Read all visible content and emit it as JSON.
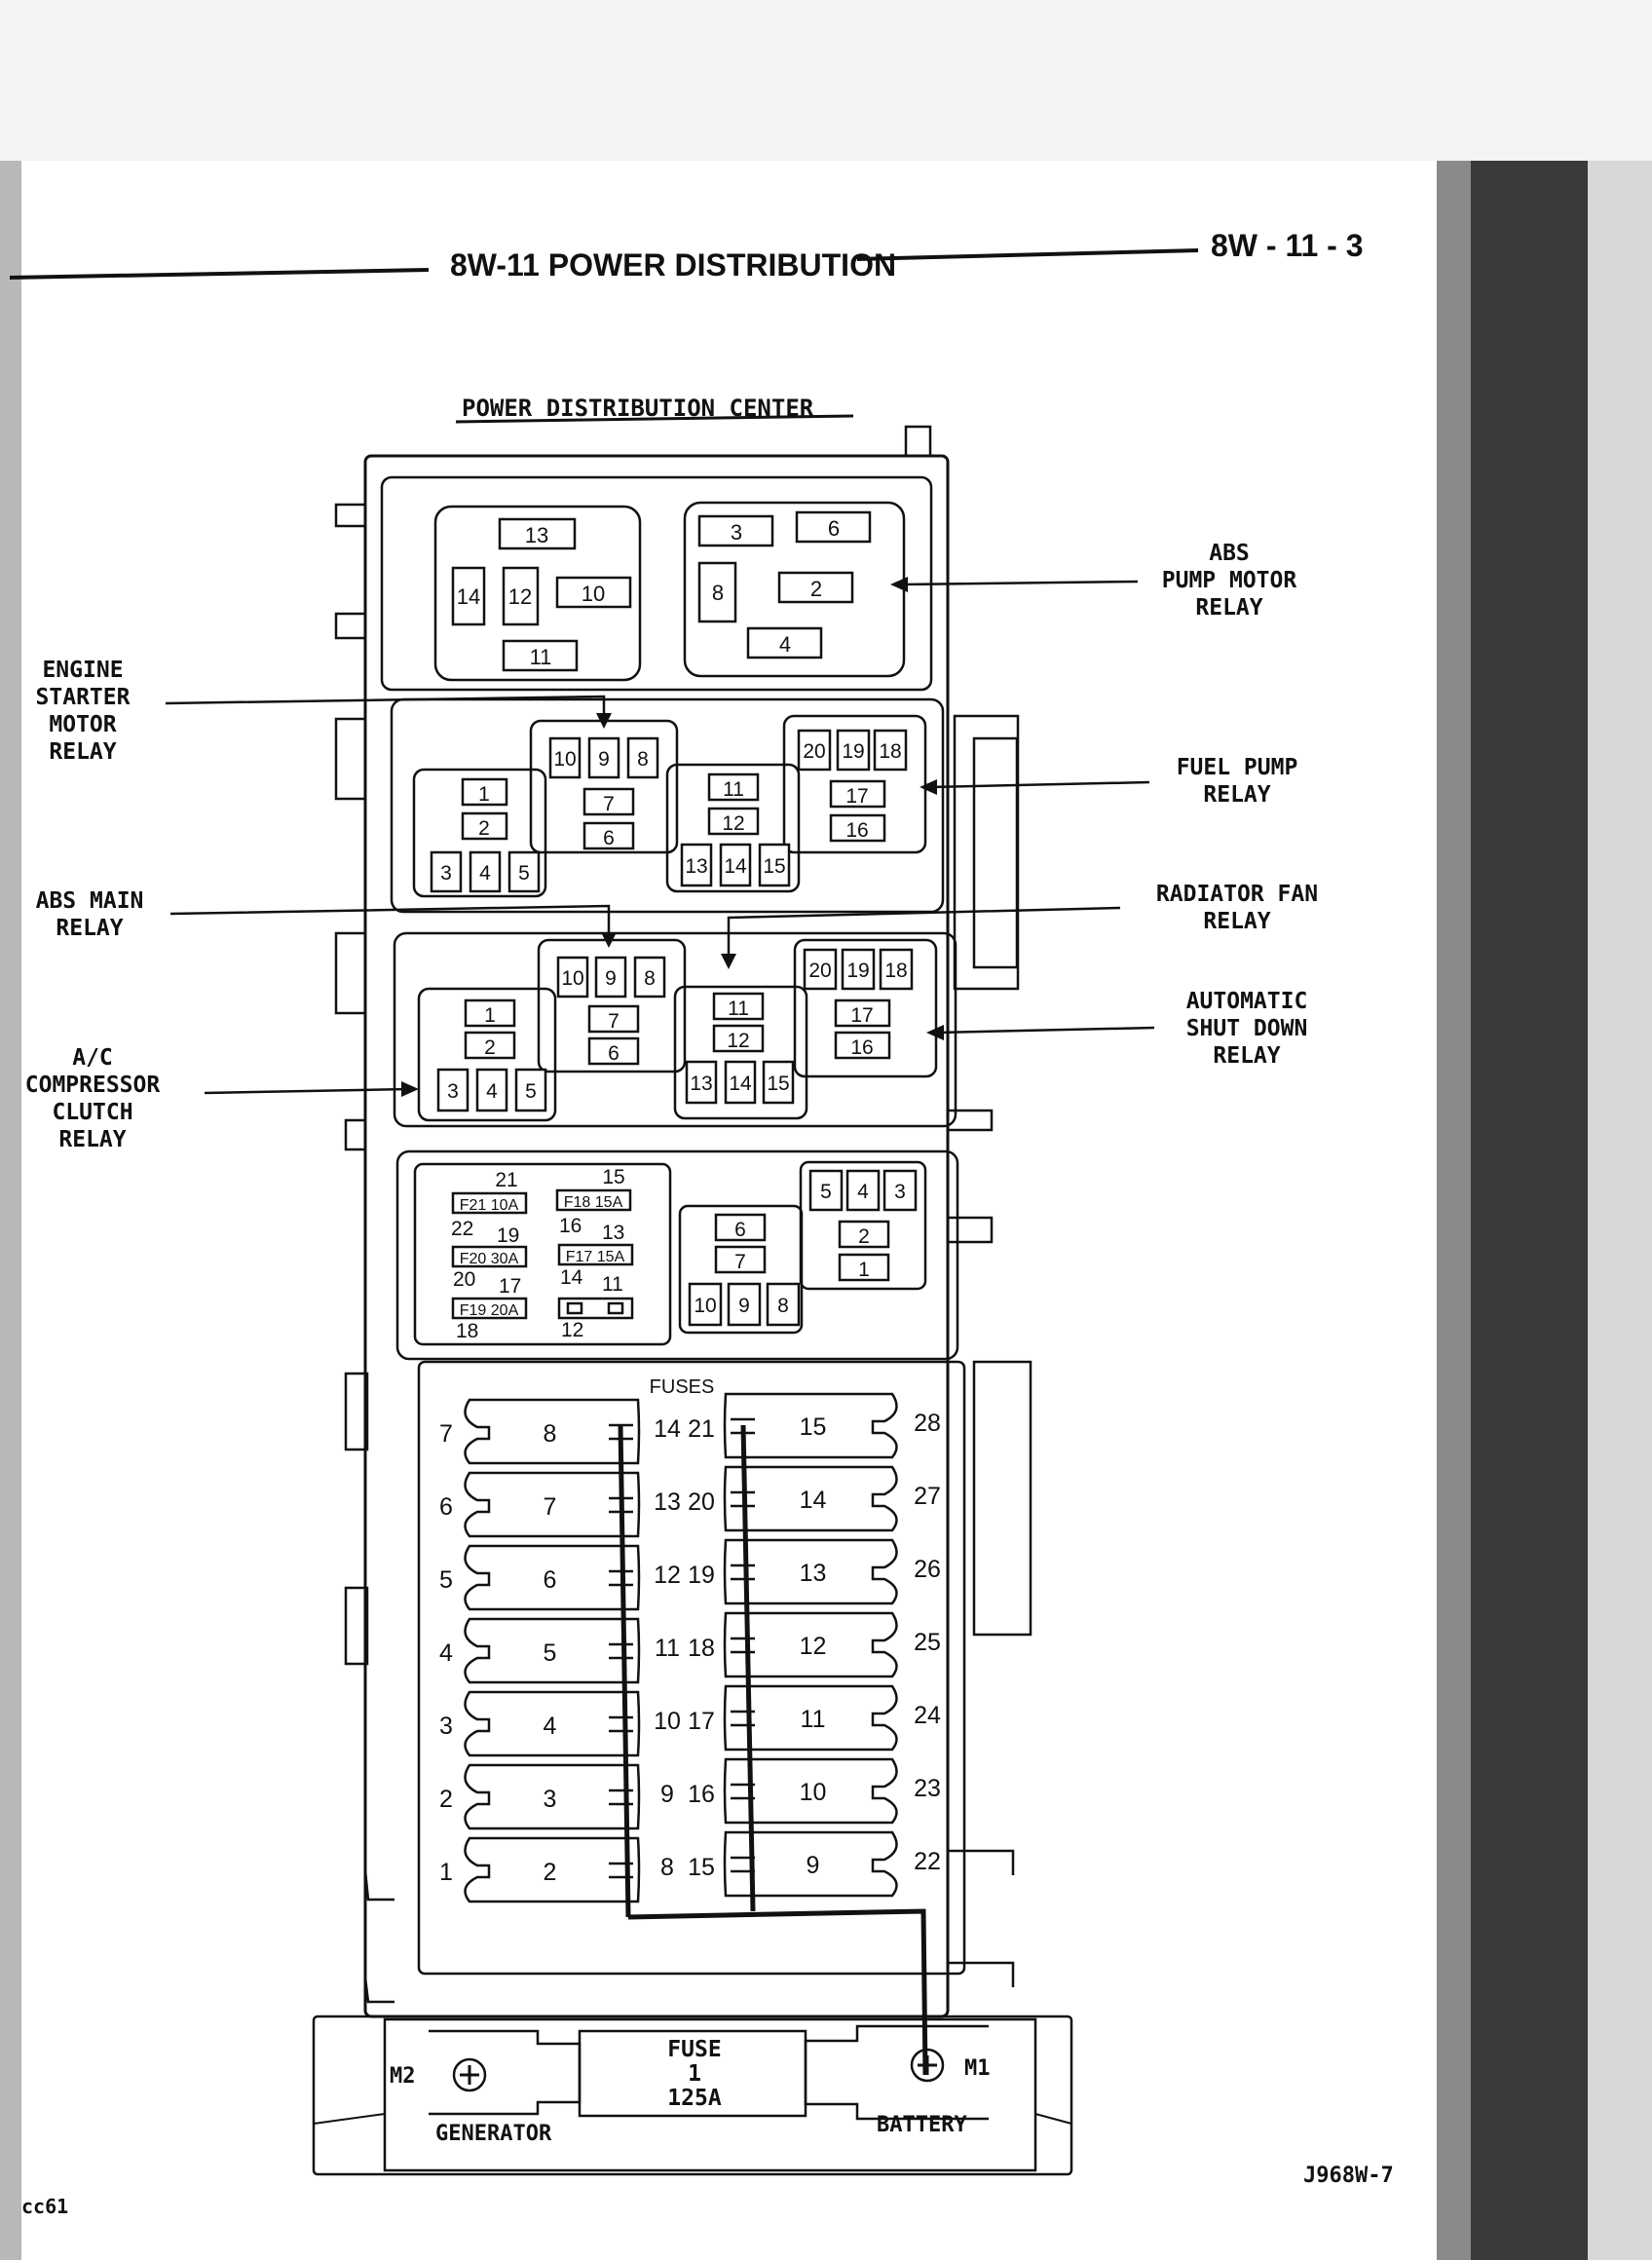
{
  "header": {
    "section_title": "8W-11 POWER DISTRIBUTION",
    "page_number": "8W - 11 - 3"
  },
  "diagram_title": "POWER DISTRIBUTION CENTER",
  "callouts": {
    "abs_pump_motor": [
      "ABS",
      "PUMP MOTOR",
      "RELAY"
    ],
    "engine_starter_motor": [
      "ENGINE",
      "STARTER",
      "MOTOR",
      "RELAY"
    ],
    "fuel_pump": [
      "FUEL PUMP",
      "RELAY"
    ],
    "abs_main": [
      "ABS MAIN",
      "RELAY"
    ],
    "radiator_fan": [
      "RADIATOR FAN",
      "RELAY"
    ],
    "automatic_shut_down": [
      "AUTOMATIC",
      "SHUT DOWN",
      "RELAY"
    ],
    "ac_compressor_clutch": [
      "A/C",
      "COMPRESSOR",
      "CLUTCH",
      "RELAY"
    ]
  },
  "top_relay_block": {
    "left": [
      "13",
      "14",
      "12",
      "10",
      "11"
    ],
    "right": [
      "3",
      "6",
      "8",
      "2",
      "4"
    ]
  },
  "relay_row": {
    "left": [
      "1",
      "2",
      "3",
      "4",
      "5"
    ],
    "mid_upper": [
      "10",
      "9",
      "8",
      "7",
      "6"
    ],
    "mid_lower": [
      "11",
      "12",
      "13",
      "14",
      "15"
    ],
    "right": [
      "20",
      "19",
      "18",
      "17",
      "16"
    ]
  },
  "mini_fuse_block": {
    "labels": [
      {
        "fuse": "F21 10A",
        "top": "21",
        "left": "22",
        "right": "19"
      },
      {
        "fuse": "F20 30A",
        "top": "",
        "left": "20",
        "right": "17"
      },
      {
        "fuse": "F19 20A",
        "top": "",
        "left": "18",
        "right": ""
      },
      {
        "fuse": "F18 15A",
        "top": "15",
        "left": "16",
        "right": "13"
      },
      {
        "fuse": "F17 15A",
        "top": "",
        "left": "14",
        "right": "11"
      },
      {
        "fuse": "",
        "top": "",
        "left": "12",
        "right": ""
      }
    ],
    "relay_a": [
      "6",
      "7",
      "10",
      "9",
      "8"
    ],
    "relay_b": [
      "5",
      "4",
      "3",
      "2",
      "1"
    ]
  },
  "fuses_panel": {
    "title": "FUSES",
    "left_column": [
      {
        "outer": "7",
        "fuse": "8",
        "inner": "14"
      },
      {
        "outer": "6",
        "fuse": "7",
        "inner": "13"
      },
      {
        "outer": "5",
        "fuse": "6",
        "inner": "12"
      },
      {
        "outer": "4",
        "fuse": "5",
        "inner": "11"
      },
      {
        "outer": "3",
        "fuse": "4",
        "inner": "10"
      },
      {
        "outer": "2",
        "fuse": "3",
        "inner": "9"
      },
      {
        "outer": "1",
        "fuse": "2",
        "inner": "8"
      }
    ],
    "right_column": [
      {
        "inner": "21",
        "fuse": "15",
        "outer": "28"
      },
      {
        "inner": "20",
        "fuse": "14",
        "outer": "27"
      },
      {
        "inner": "19",
        "fuse": "13",
        "outer": "26"
      },
      {
        "inner": "18",
        "fuse": "12",
        "outer": "25"
      },
      {
        "inner": "17",
        "fuse": "11",
        "outer": "24"
      },
      {
        "inner": "16",
        "fuse": "10",
        "outer": "23"
      },
      {
        "inner": "15",
        "fuse": "9",
        "outer": "22"
      }
    ]
  },
  "bottom_block": {
    "m2": "M2",
    "m1": "M1",
    "generator": "GENERATOR",
    "battery": "BATTERY",
    "main_fuse": [
      "FUSE",
      "1",
      "125A"
    ]
  },
  "figure_id": "J968W-7",
  "corner_mark": "cc61"
}
